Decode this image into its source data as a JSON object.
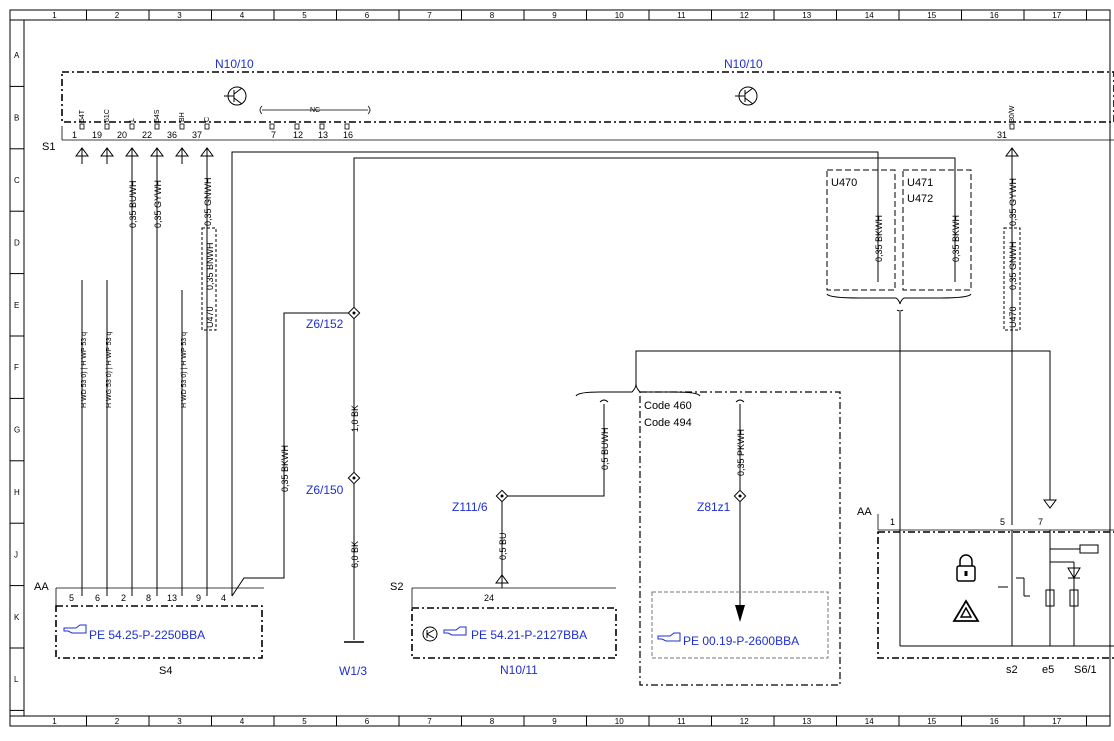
{
  "grid": {
    "columns": [
      "1",
      "2",
      "3",
      "4",
      "5",
      "6",
      "7",
      "8",
      "9",
      "10",
      "11",
      "12",
      "13",
      "14",
      "15",
      "16",
      "17"
    ],
    "rows": [
      "A",
      "B",
      "C",
      "D",
      "E",
      "F",
      "G",
      "H",
      "J",
      "K",
      "L"
    ]
  },
  "components": {
    "n10_left": "N10/10",
    "n10_right": "N10/10",
    "s1": "S1",
    "aa_left": "AA",
    "aa_right": "AA",
    "s2": "S2",
    "s4": "S4",
    "w1_3": "W1/3",
    "n10_11": "N10/11",
    "nc": "NC",
    "s2_small": "s2",
    "e5": "e5",
    "s6_1": "S6/1"
  },
  "top_pins": {
    "numbers": [
      "1",
      "19",
      "20",
      "22",
      "36",
      "37",
      "7",
      "12",
      "13",
      "16",
      "31"
    ],
    "codes": [
      "54T",
      "61C",
      "L",
      "54S",
      "BH",
      "C",
      "30/W"
    ]
  },
  "wires": {
    "buwh": "0,35 BUWH",
    "gywh": "0,35 GYWH",
    "gnwh": "0,35 GNWH",
    "bnwh": "0,35 BNWH",
    "u470_a": "U470",
    "hwd1": "H WD 53 0) | H WP 53 q",
    "hwg": "H WG 53 0) | H WP 53 q",
    "hwd2": "H WD 53 0) | H WP 53 q",
    "bkwh_s4": "0,35 BKWH",
    "bk_10": "1,0 BK",
    "bk_60": "6,0 BK",
    "buwh05": "0,5 BUWH",
    "bu05": "0,5 BU",
    "pkwh": "0,35 PKWH",
    "bkwh_u470": "0,35 BKWH",
    "bkwh_u471": "0,35 BKWH",
    "gywh_r": "0,35 GYWH",
    "gnwh_r": "0,35 GNWH",
    "u470_r": "U470"
  },
  "splices": {
    "z6_152": "Z6/152",
    "z6_150": "Z6/150",
    "z111_6": "Z111/6",
    "z81z1": "Z81z1"
  },
  "options": {
    "u470": "U470",
    "u471": "U471",
    "u472": "U472",
    "code460": "Code 460",
    "code494": "Code 494"
  },
  "connector_pins": {
    "s4": [
      "5",
      "6",
      "2",
      "8",
      "13",
      "9",
      "4"
    ],
    "s2": "24",
    "aa_right": [
      "1",
      "5",
      "7"
    ]
  },
  "references": {
    "pe_s4": "PE 54.25-P-2250BBA",
    "pe_n10_11": "PE 54.21-P-2127BBA",
    "pe_z81": "PE 00.19-P-2600BBA"
  },
  "icons": [
    "transistor-icon",
    "hand-pointer-icon",
    "lock-icon",
    "hazard-warning-icon",
    "diode-icon",
    "resistor-icon",
    "pushbutton-switch-icon"
  ]
}
